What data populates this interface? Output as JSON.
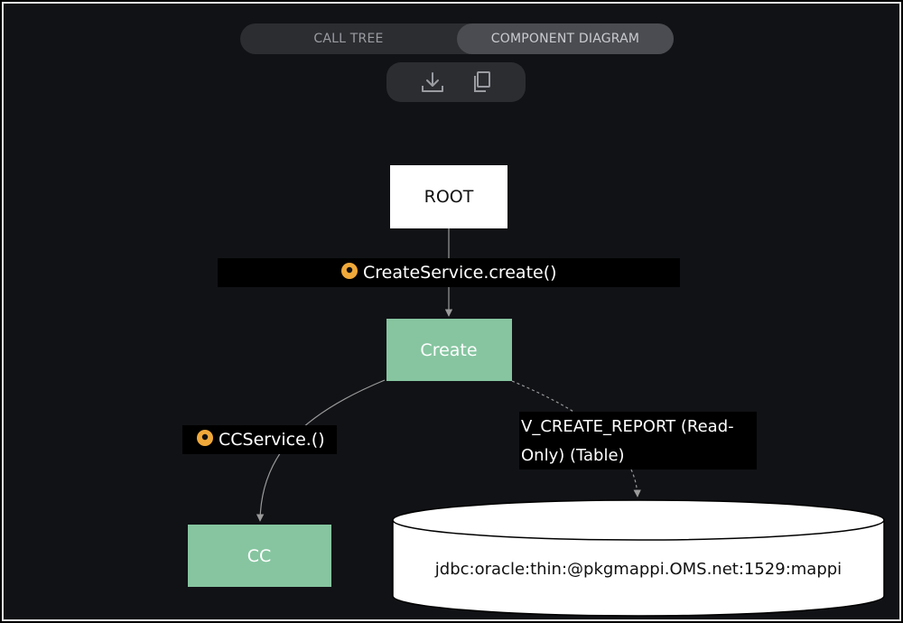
{
  "tabs": [
    {
      "label": "CALL TREE",
      "active": false
    },
    {
      "label": "COMPONENT DIAGRAM",
      "active": true
    }
  ],
  "toolbar": {
    "download_icon": "download-icon",
    "copy_icon": "copy-icon"
  },
  "diagram": {
    "nodes": {
      "root": "ROOT",
      "create": "Create",
      "cc": "CC",
      "db": "jdbc:oracle:thin:@pkgmappi.OMS.net:1529:mappi"
    },
    "edges": {
      "root_create": "CreateService.create()",
      "create_cc": "CCService.()",
      "create_db_line1": "V_CREATE_REPORT (Read-",
      "create_db_line2": "Only) (Table)"
    },
    "colors": {
      "component_fill": "#86c5a0",
      "location_icon": "#f0a93a",
      "edge": "#9a9a9a",
      "label_bg": "#000000"
    }
  }
}
